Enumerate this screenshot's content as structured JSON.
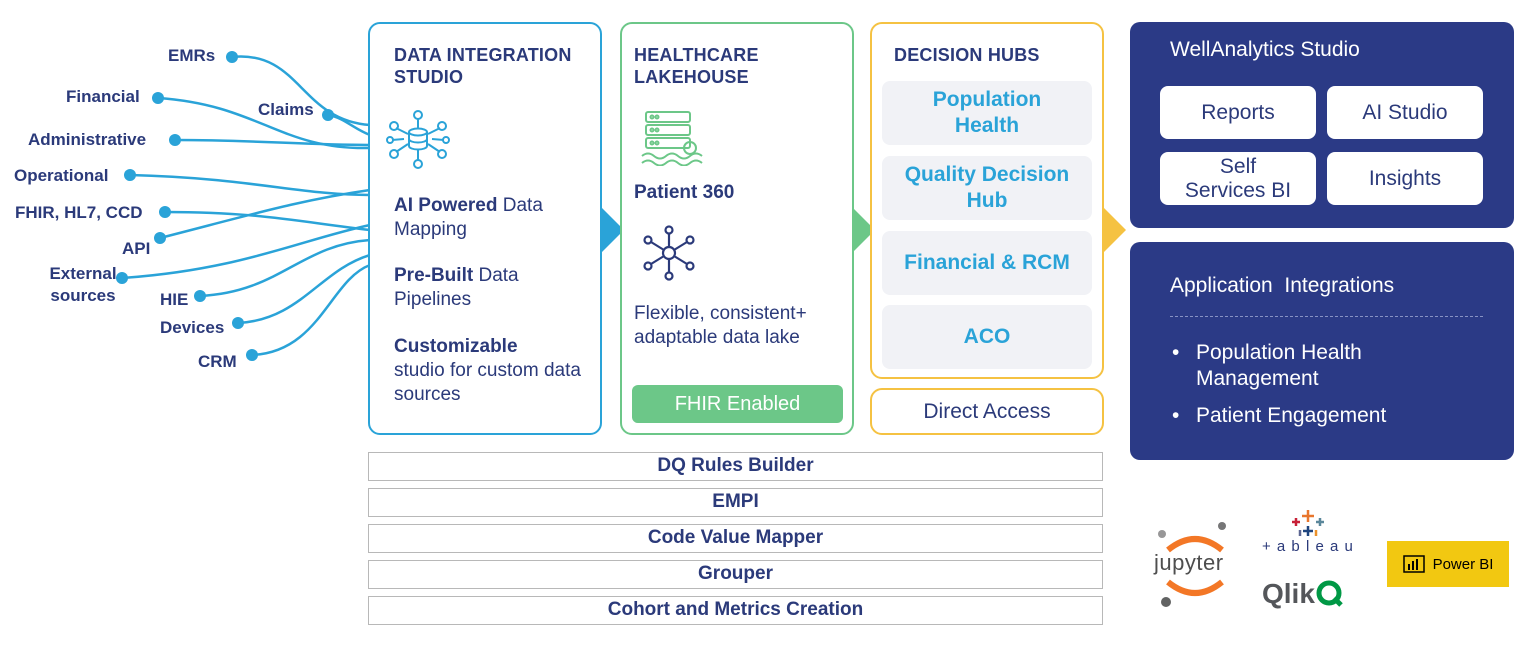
{
  "sources": [
    "EMRs",
    "Financial",
    "Claims",
    "Administrative",
    "Operational",
    "FHIR, HL7, CCD",
    "API",
    "External sources",
    "HIE",
    "Devices",
    "CRM"
  ],
  "integration": {
    "title_line1": "DATA INTEGRATION",
    "title_line2": "STUDIO",
    "item1_bold": "AI Powered",
    "item1_rest": " Data Mapping",
    "item2_bold": "Pre-Built",
    "item2_rest": " Data Pipelines",
    "item3_bold": "Customizable",
    "item3_rest": "studio for custom data sources"
  },
  "lakehouse": {
    "title_line1": "HEALTHCARE",
    "title_line2": "LAKEHOUSE",
    "patient360": "Patient 360",
    "desc_line1": "Flexible, consistent+",
    "desc_line2": "adaptable data lake",
    "fhir_badge": "FHIR Enabled"
  },
  "hubs": {
    "title": "DECISION HUBS",
    "items": [
      "Population Health",
      "Quality Decision Hub",
      "Financial & RCM",
      "ACO"
    ],
    "direct_access": "Direct Access"
  },
  "studio": {
    "title": "WellAnalytics Studio",
    "buttons": [
      "Reports",
      "AI Studio",
      "Self Services BI",
      "Insights"
    ]
  },
  "app_integrations": {
    "title": "Application  Integrations",
    "items": [
      "Population Health Management",
      "Patient Engagement"
    ]
  },
  "bars": [
    "DQ Rules Builder",
    "EMPI",
    "Code Value Mapper",
    "Grouper",
    "Cohort and Metrics Creation"
  ],
  "logos": {
    "jupyter": "jupyter",
    "tableau": "+ a b l e a u",
    "qlik": "Qlik",
    "powerbi": "Power BI"
  },
  "colors": {
    "navy": "#2b3a86",
    "blue": "#2aa3d8",
    "green": "#6cc788",
    "gold": "#f5c242",
    "text": "#2b3a7a"
  }
}
